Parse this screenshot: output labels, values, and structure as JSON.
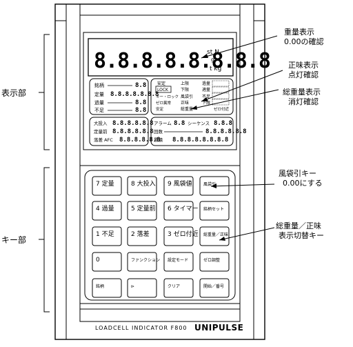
{
  "callouts": {
    "weight_display": [
      "重量表示",
      "0.00の確認"
    ],
    "net_display": [
      "正味表示",
      "点灯確認"
    ],
    "gross_display": [
      "総重量表示",
      "消灯確認"
    ],
    "tare_key": [
      "風袋引キー",
      "0.00にする"
    ],
    "gross_net_key": [
      "総重量／正味",
      "表示切替キー"
    ]
  },
  "side_labels": {
    "display_section": "表示部",
    "key_section": "キー部"
  },
  "device": {
    "main_digits": "8.8.8.8.8.8.8.8",
    "unit_marks": {
      "top": "st N",
      "mid": "g",
      "bottom": "t kg"
    },
    "footer_model": "LOADCELL INDICATOR F800",
    "brand": "UNIPULSE"
  },
  "panel_left": {
    "rows": [
      {
        "label": "銘柄",
        "digits": "8.8"
      },
      {
        "label": "定量",
        "digits": "8.8.8.8.8.8.8"
      },
      {
        "label": "過量",
        "digits": "8.8"
      },
      {
        "label": "不足",
        "digits": "8.8"
      }
    ]
  },
  "panel_right": {
    "col1": [
      "安定",
      "LOCK",
      "キー・ロック",
      "ゼロ異常",
      "安定"
    ],
    "col2": [
      "上限",
      "下限",
      "風袋引",
      "正味",
      "総重量"
    ],
    "col3": [
      "過量",
      "適量",
      "不足",
      "下限",
      "ゼロ付近"
    ]
  },
  "panel_bottom_left": {
    "rows": [
      {
        "label": "大投入",
        "digits": "8.8.8.8.8.8"
      },
      {
        "label": "定量前",
        "digits": "8.8.8.8.8.8"
      },
      {
        "label": "落差 AFC",
        "digits": "8.8.8.8.8.8"
      }
    ]
  },
  "panel_bottom_right": {
    "row1": {
      "label1": "アラーム",
      "digits1": "8.8",
      "label2": "シーケンス",
      "digits2": "8.8.8"
    },
    "row2": {
      "label": "回数",
      "digits": "8.8.8.8.8.8"
    },
    "row3": {
      "label": "累積",
      "digits": "8.8.8.8.8.8.8.8"
    }
  },
  "keypad": {
    "rows": [
      [
        "7 定量",
        "8 大投入",
        "9 風袋値",
        "風袋引"
      ],
      [
        "4 過量",
        "5 定量前",
        "6 タイマー",
        "銘柄セット"
      ],
      [
        "1 不足",
        "2 落差",
        "3 ゼロ付近",
        "総重量／正味"
      ],
      [
        "0",
        "ファンクション",
        "設定モード",
        "ゼロ調整"
      ],
      [
        "銘柄",
        "⊳",
        "クリア",
        "開始／番号"
      ]
    ]
  }
}
